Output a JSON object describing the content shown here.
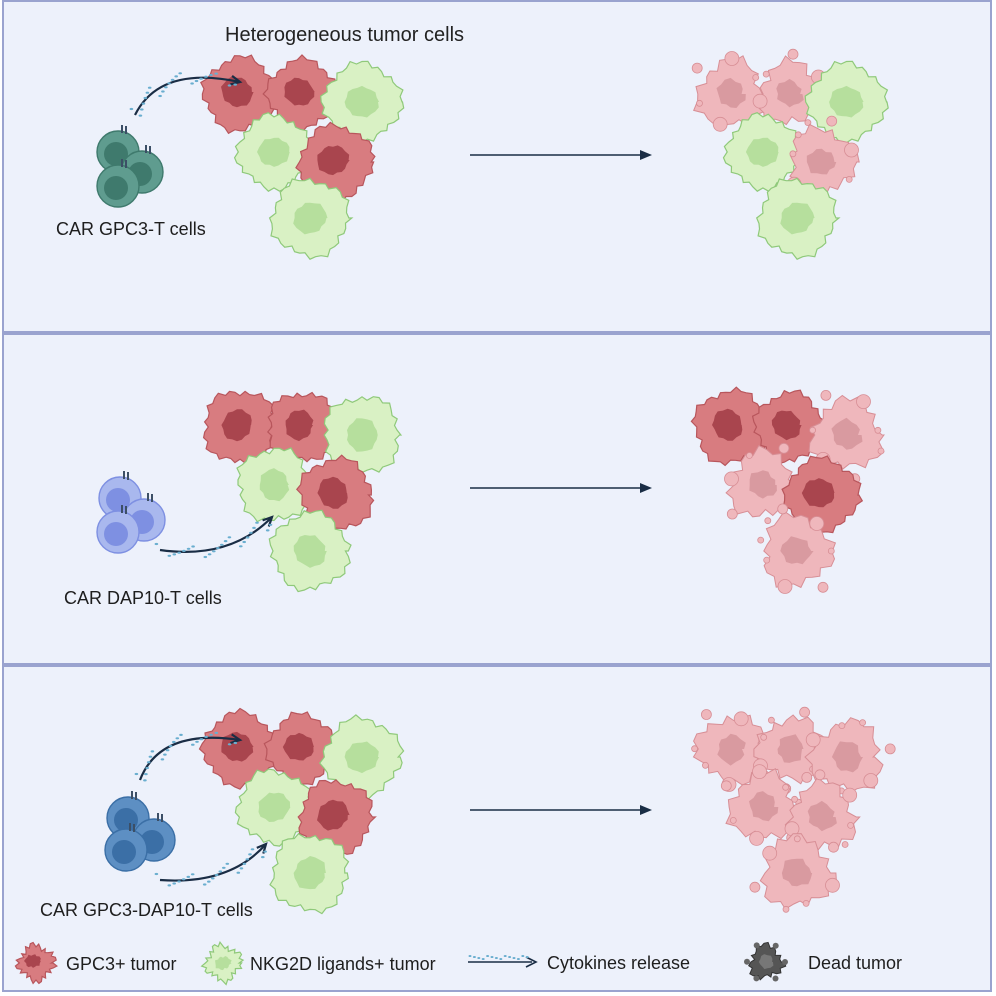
{
  "heading": "Heterogeneous tumor cells",
  "panels": [
    {
      "label": "CAR GPC3-T cells",
      "tcell_color": "#5f9c8f",
      "tcell_nucleus": "#3f7a6d",
      "outcome": [
        "dead",
        "dead",
        "nkg2d",
        "nkg2d",
        "dead",
        "nkg2d"
      ]
    },
    {
      "label": "CAR DAP10-T cells",
      "tcell_color": "#a9b8ee",
      "tcell_nucleus": "#7e90e2",
      "outcome": [
        "gpc3",
        "gpc3",
        "dead",
        "dead",
        "gpc3",
        "dead"
      ]
    },
    {
      "label": "CAR GPC3-DAP10-T cells",
      "tcell_color": "#5d8fc3",
      "tcell_nucleus": "#3b6fa6",
      "outcome": [
        "dead",
        "dead",
        "dead",
        "dead",
        "dead",
        "dead"
      ]
    }
  ],
  "legend": {
    "gpc3": "GPC3+ tumor",
    "nkg2d": "NKG2D ligands+ tumor",
    "cytokines": "Cytokines release",
    "dead": "Dead tumor"
  },
  "colors": {
    "gpc3_fill": "#d87c80",
    "gpc3_nucleus": "#a9454e",
    "nkg2d_fill": "#d9f1c4",
    "nkg2d_nucleus": "#b6df9d",
    "dead_fill": "#efb7bc",
    "dead_nucleus": "#d99aa0",
    "panel_bg": "#edf1fb",
    "panel_border": "#9aa3cf",
    "cytokine": "#6aaecf",
    "arrow": "#1a2d45"
  }
}
